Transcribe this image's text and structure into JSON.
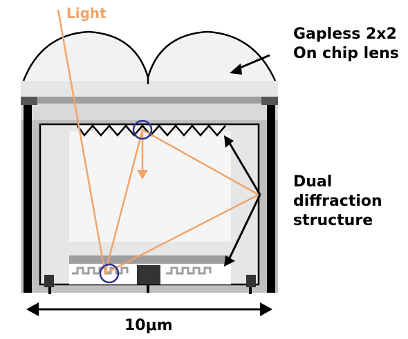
{
  "labels": {
    "light": "Light",
    "lens_line1": "Gapless 2x2",
    "lens_line2": "On chip lens",
    "dual_line1": "Dual",
    "dual_line2": "diffraction",
    "dual_line3": "structure",
    "width": "10μm"
  },
  "colors": {
    "light_ray": "#f0a46a",
    "circle": "#2e3192",
    "dark": "#000000",
    "gray_frame": "#bfbfbf",
    "gray_mid": "#9e9e9e",
    "gray_light": "#e6e6e6",
    "inner_light": "#f3f3f3"
  }
}
